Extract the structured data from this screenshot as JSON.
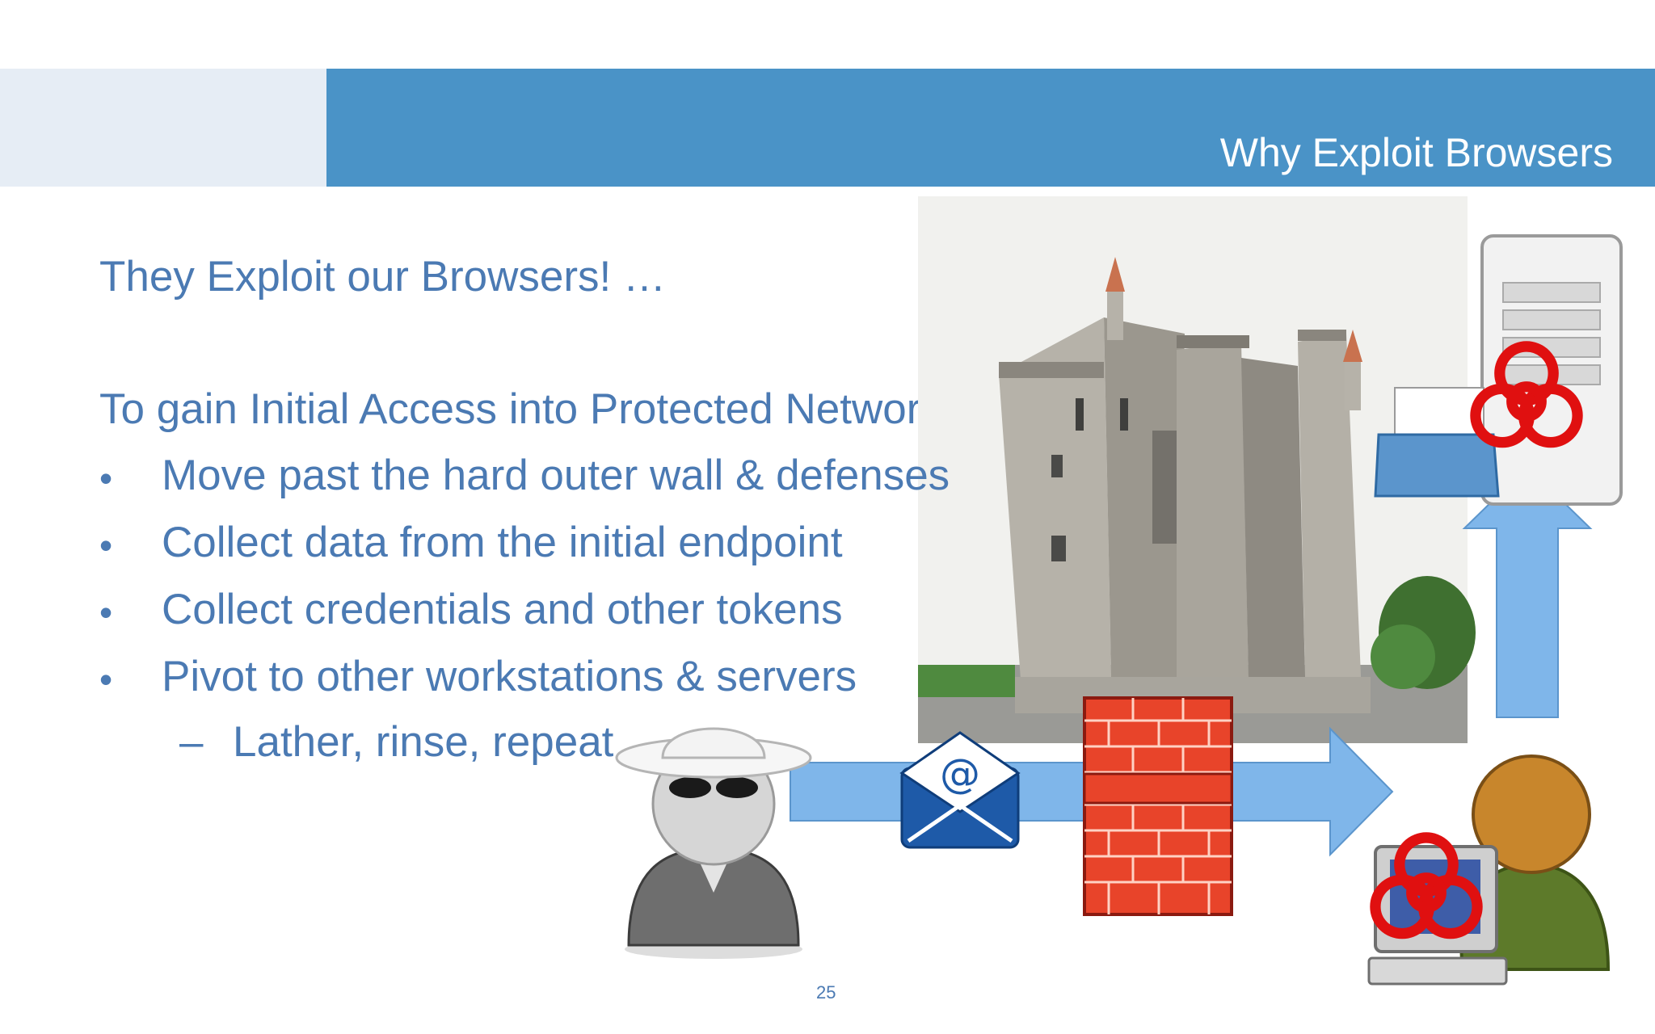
{
  "slide": {
    "title": "Why Exploit Browsers",
    "heading": "They Exploit our Browsers! …",
    "subheading": "To gain Initial Access into Protected Networks",
    "bullet_symbol": "•",
    "bullets": [
      "Move past the hard outer wall & defenses",
      "Collect data from the initial endpoint",
      "Collect credentials and other tokens",
      "Pivot to other workstations & servers"
    ],
    "sub_bullet_symbol": "–",
    "sub_bullets": [
      "Lather, rinse, repeat"
    ],
    "page_number": "25"
  },
  "illustration": {
    "icons": [
      "castle-photo",
      "hacker-icon",
      "email-icon",
      "firewall-icon",
      "user-workstation-icon",
      "server-icon",
      "biohazard-icon"
    ],
    "colors": {
      "header_bar": "#4a93c7",
      "text_blue": "#4b7ab3",
      "arrow_blue": "#7fb6ea",
      "firewall_red": "#e8442a",
      "biohazard_red": "#e01010"
    }
  }
}
